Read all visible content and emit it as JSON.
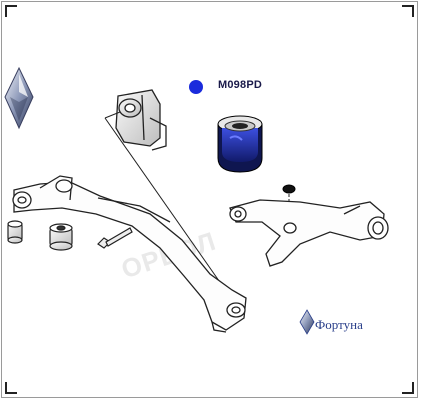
{
  "part": {
    "code": "M098PD"
  },
  "brand": {
    "name": "Фортуна"
  },
  "watermark": {
    "text": "ОРЕОЛ"
  },
  "colors": {
    "marker": "#1a2bdc",
    "bushing_blue": "#1b2a9c",
    "bushing_dark": "#0b0b2c",
    "brand_blue": "#2a3f8a",
    "line_art": "#222222"
  },
  "icons": {
    "logo": "diamond-logo-icon",
    "brand_mark": "diamond-brand-icon"
  }
}
